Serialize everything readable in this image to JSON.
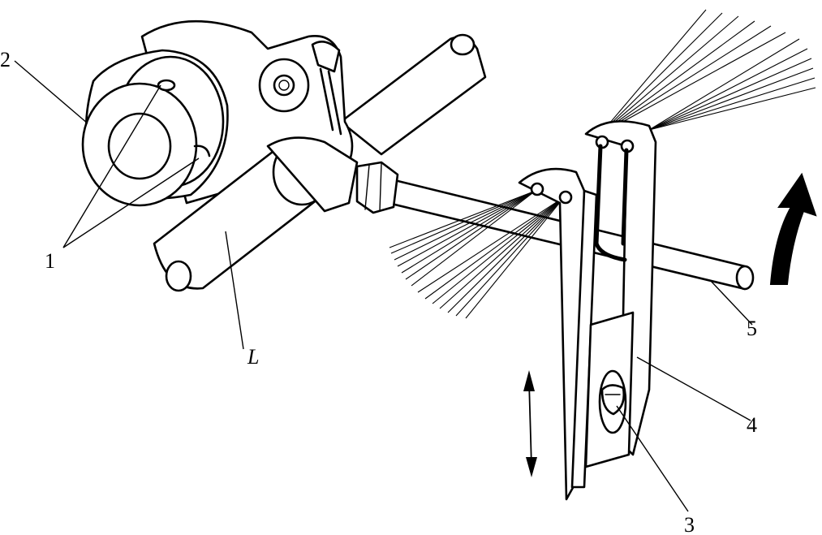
{
  "labels": {
    "part_1": "1",
    "part_2": "2",
    "part_3": "3",
    "part_4": "4",
    "part_5": "5",
    "part_L": "L"
  },
  "colors": {
    "stroke": "#000000",
    "background": "#ffffff"
  },
  "icons": {
    "rotation_arrow": "curved-arrow-icon",
    "motion_arrow": "double-arrow-icon"
  }
}
